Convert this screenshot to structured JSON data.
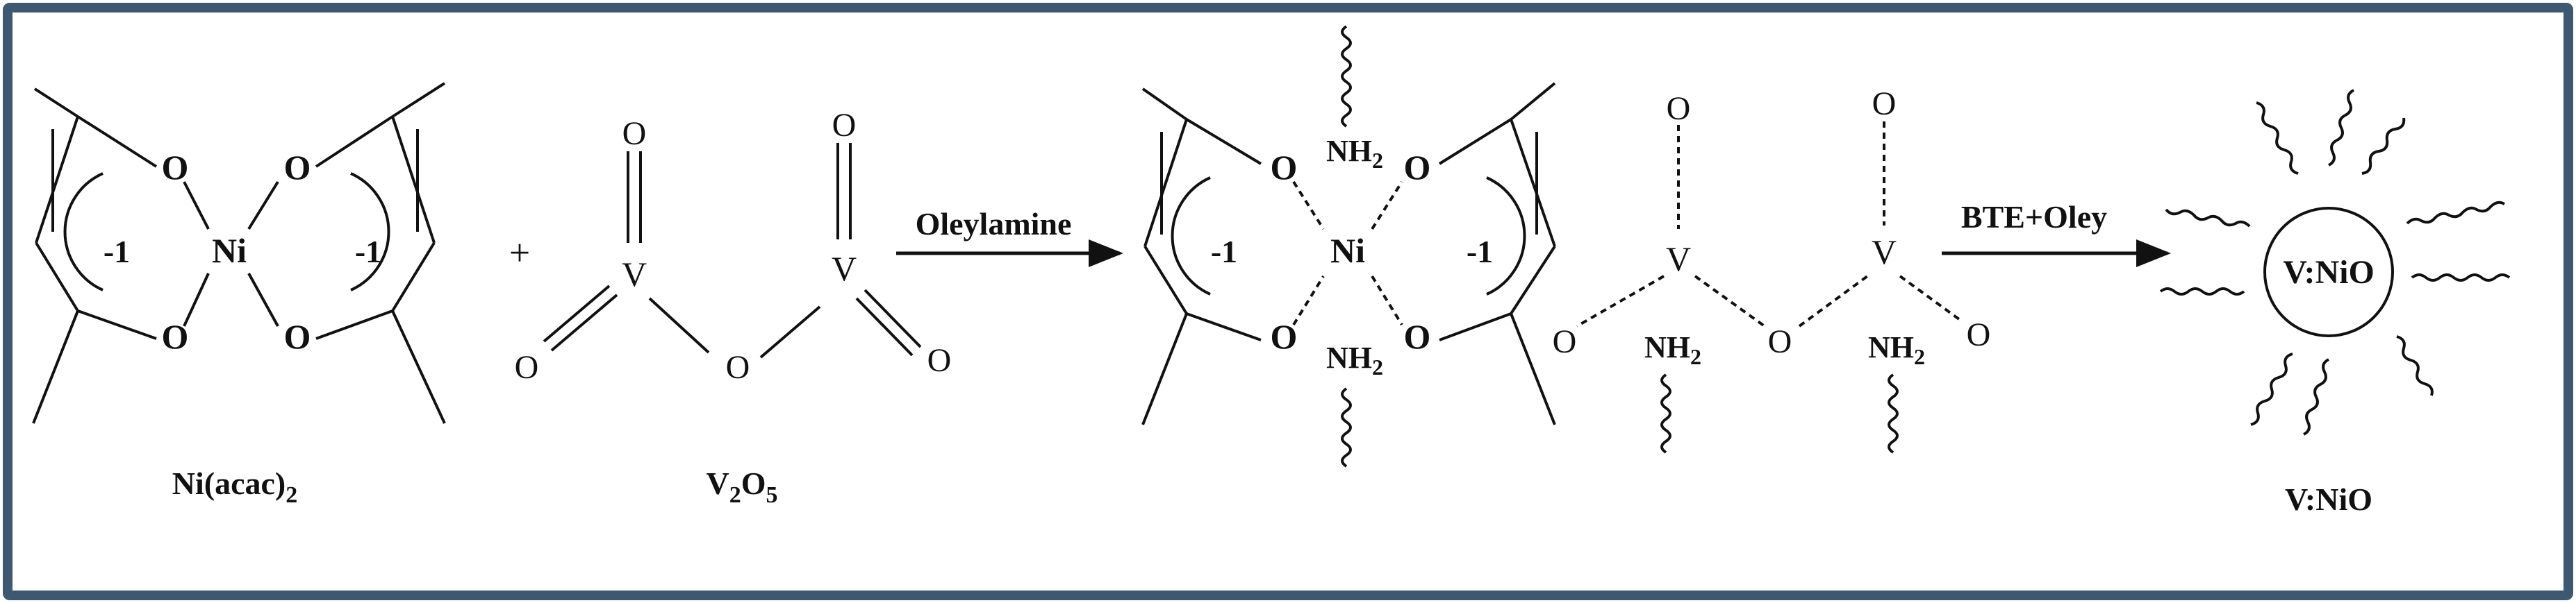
{
  "frame": {
    "border_color": "#3d5870",
    "background": "#ffffff"
  },
  "reactants": {
    "nickel_complex": {
      "name": "Ni(acac)",
      "name_subscript": "2",
      "metal": "Ni",
      "oxygen": "O",
      "charge": "-1"
    },
    "plus_sign": "+",
    "vanadium_oxide": {
      "formula_v": "V",
      "formula_v_sub": "2",
      "formula_o": "O",
      "formula_o_sub": "5",
      "vanadium": "V",
      "oxygen": "O"
    }
  },
  "step1": {
    "reagent": "Oleylamine"
  },
  "intermediate": {
    "metal": "Ni",
    "oxygen": "O",
    "charge": "-1",
    "amine": "NH",
    "amine_sub": "2",
    "vanadium": "V"
  },
  "step2": {
    "reagent": "BTE+Oley"
  },
  "product": {
    "particle_label": "V:NiO",
    "name": "V:NiO"
  }
}
